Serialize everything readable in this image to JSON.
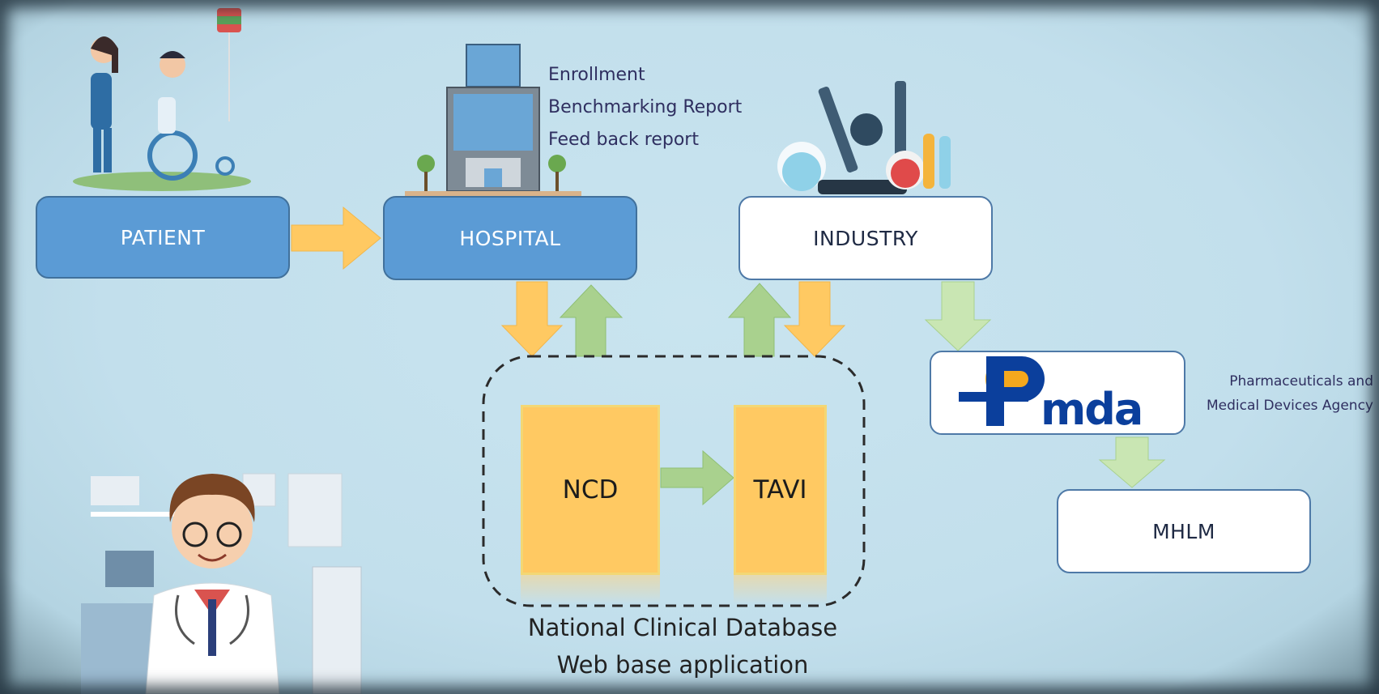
{
  "nodes": {
    "patient": "PATIENT",
    "hospital": "HOSPITAL",
    "industry": "INDUSTRY",
    "ncd": "NCD",
    "tavi": "TAVI",
    "mhlm": "MHLM"
  },
  "hospital_outputs": [
    "Enrollment",
    "Benchmarking Report",
    "Feed back report"
  ],
  "pmda": {
    "logo_text": "Pmda",
    "full_name_line1": "Pharmaceuticals and",
    "full_name_line2": "Medical Devices Agency"
  },
  "database": {
    "line1": "National Clinical Database",
    "line2": "Web base application"
  },
  "colors": {
    "blue_box": "#5b9bd5",
    "yellow_arrow": "#ffc962",
    "green_arrow": "#a9d18e",
    "pmda_blue": "#0b3f9c",
    "pmda_orange": "#f4a81d"
  }
}
